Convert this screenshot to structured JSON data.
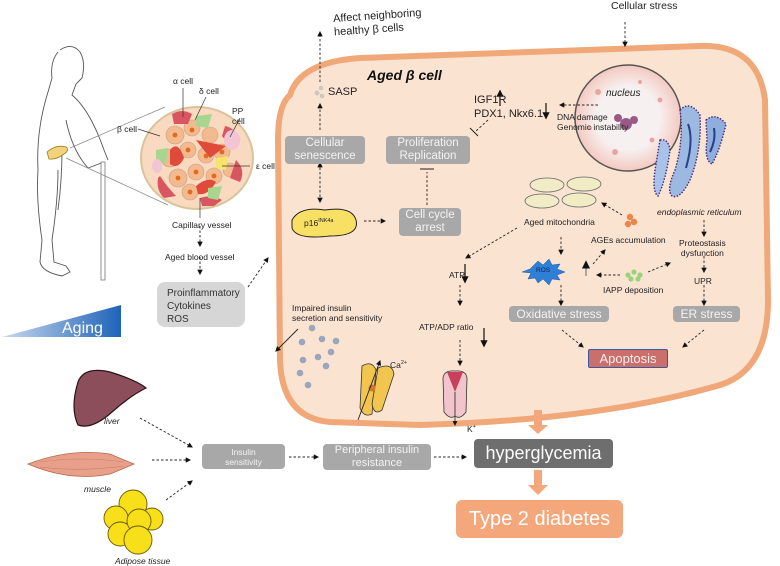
{
  "top": {
    "affect_neighboring": "Affect neighboring",
    "healthy_beta_cells": "healthy β cells",
    "cellular_stress": "Cellular stress"
  },
  "islet": {
    "alpha_cell": "α cell",
    "delta_cell": "δ cell",
    "pp_cell_line1": "PP",
    "pp_cell_line2": "cell",
    "beta_cell": "β cell",
    "epsilon_cell": "ε cell",
    "capillary_vessel": "Capillary vessel",
    "aged_blood_vessel": "Aged blood vessel"
  },
  "systemic": {
    "proinflammatory_lines": [
      "Proinflammatory",
      "Cytokines",
      "ROS"
    ],
    "aging": "Aging"
  },
  "aged_cell": {
    "title": "Aged β cell",
    "sasp": "SASP",
    "cellular_senescence_lines": [
      "Cellular",
      "senescence"
    ],
    "proliferation_lines": [
      "Proliferation",
      "Replication"
    ],
    "p16_main": "p16",
    "p16_sup": "INK4a",
    "cell_cycle_arrest_lines": [
      "Cell cycle",
      "arrest"
    ],
    "igf1r": "IGF1R",
    "pdx1": "PDX1, Nkx6.1",
    "nucleus": "nucleus",
    "dna_damage": "DNA damage",
    "genomic_instability": "Genomic  instability",
    "aged_mitochondria": "Aged mitochondria",
    "endoplasmic_reticulum": "endoplasmic reticulum",
    "ages_accumulation": "AGEs accumulation",
    "proteostasis_lines": [
      "Proteostasis",
      "dysfunction"
    ],
    "ros": "ROS",
    "iapp_deposition": "IAPP deposition",
    "upr": "UPR",
    "atp": "ATP",
    "atp_adp_ratio": "ATP/ADP ratio",
    "oxidative_stress": "Oxidative stress",
    "er_stress": "ER stress",
    "apoptosis": "Apoptosis",
    "impaired_insulin_lines": [
      "Impaired insulin",
      "secretion and sensitivity"
    ],
    "ca": "Ca",
    "ca_sup": "2+",
    "k": "K",
    "k_sup": "+"
  },
  "peripheral": {
    "liver": "liver",
    "muscle": "muscle",
    "adipose": "Adipose tissue",
    "insulin_sensitivity_lines": [
      "Insulin",
      "sensitivity"
    ],
    "peripheral_resistance_lines": [
      "Peripheral insulin",
      "resistance"
    ],
    "hyperglycemia": "hyperglycemia",
    "type2_diabetes": "Type 2 diabetes"
  },
  "colors": {
    "cell_fill": "#fbe3d2",
    "cell_membrane": "#f0a878",
    "gray_box": "#a8a8a8",
    "dark_box": "#6e6e6e",
    "t2d_box": "#f4a77a",
    "apoptosis_fill": "#c9706c",
    "apoptosis_border": "#3a5a9a",
    "aging_blue": "#1e63b8"
  }
}
